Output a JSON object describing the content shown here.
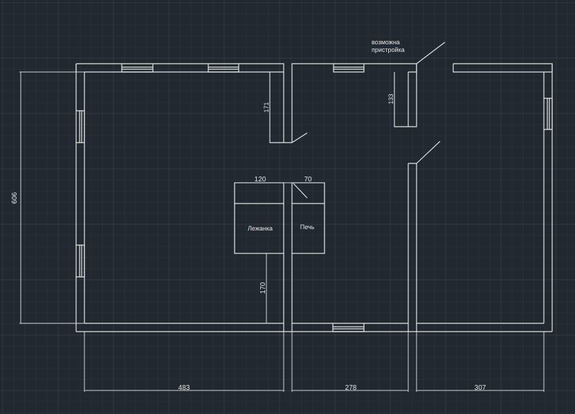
{
  "colors": {
    "background": "#212830",
    "grid_minor": "#283039",
    "grid_major": "#2f3843",
    "lines": "#e8e8e8"
  },
  "annotations": {
    "extension_note_line1": "возможна",
    "extension_note_line2": "пристройка"
  },
  "labels": {
    "bed": "Лежанка",
    "stove": "Печь"
  },
  "dimensions": {
    "overall_height": "606",
    "partition_left": "171",
    "partition_right": "133",
    "bed_width": "120",
    "stove_width": "70",
    "bed_to_wall": "170",
    "room_left": "483",
    "room_middle": "278",
    "room_right": "307"
  }
}
